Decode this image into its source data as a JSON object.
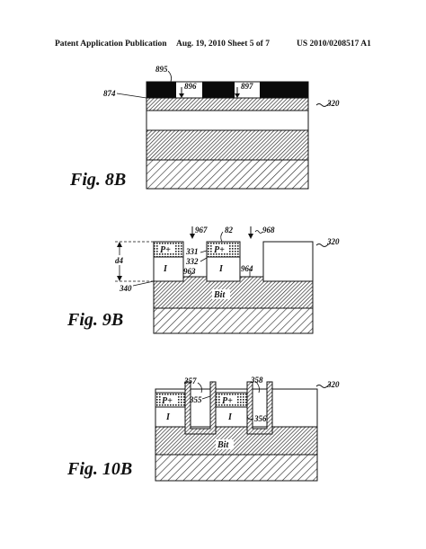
{
  "header": {
    "left": "Patent Application Publication",
    "middle": "Aug. 19, 2010  Sheet 5 of 7",
    "right": "US 2010/0208517 A1"
  },
  "fig8b": {
    "caption": "Fig. 8B",
    "labels": {
      "l895": "895",
      "l896": "896",
      "l897": "897",
      "l874": "874",
      "l320": "320"
    }
  },
  "fig9b": {
    "caption": "Fig. 9B",
    "labels": {
      "l967": "967",
      "l968": "968",
      "l82": "82",
      "l320": "320",
      "ld4": "d4",
      "l331": "331",
      "l332": "332",
      "l963": "963",
      "l964": "964",
      "l340": "340",
      "p1": "P+",
      "p2": "P+",
      "i1": "I",
      "i2": "I",
      "bit": "Bit"
    }
  },
  "fig10b": {
    "caption": "Fig. 10B",
    "labels": {
      "l357": "357",
      "l358": "358",
      "l320": "320",
      "l355": "355",
      "l356": "356",
      "p1": "P+",
      "p2": "P+",
      "i1": "I",
      "i2": "I",
      "bit": "Bit"
    }
  }
}
